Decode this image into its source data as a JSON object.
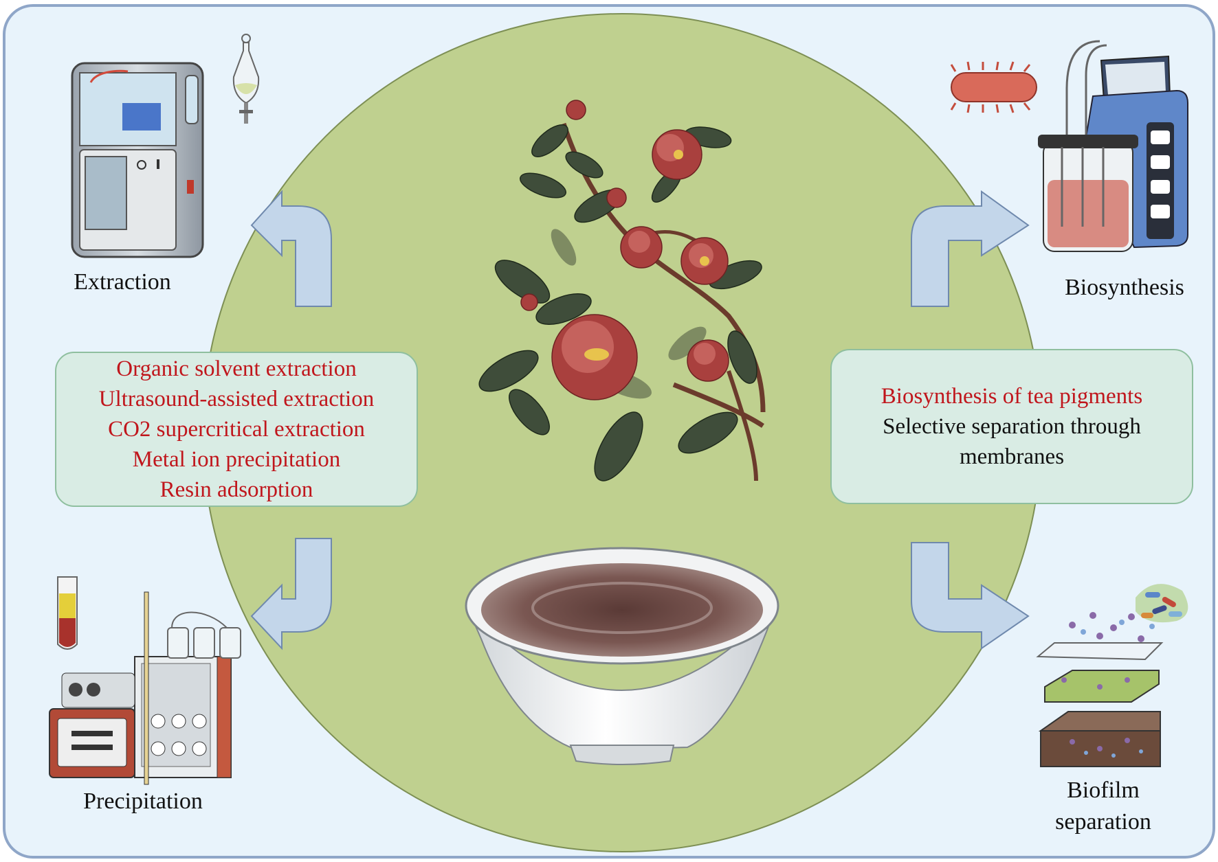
{
  "colors": {
    "panel_bg": "#e8f3fb",
    "circle": "#bfd08f",
    "arrow": "#c3d6ea",
    "box_bg": "#d9ece4",
    "highlight_text": "#c0161c"
  },
  "labels": {
    "extraction": "Extraction",
    "biosynthesis": "Biosynthesis",
    "precipitation": "Precipitation",
    "biofilm_line1": "Biofilm",
    "biofilm_line2": "separation"
  },
  "left_box": {
    "lines": [
      "Organic solvent extraction",
      "Ultrasound-assisted extraction",
      "CO2 supercritical extraction",
      "Metal ion precipitation",
      "Resin adsorption"
    ]
  },
  "right_box": {
    "highlight": "Biosynthesis of tea pigments",
    "line2": "Selective separation through",
    "line3": "membranes"
  },
  "icons": {
    "center_top": "camellia-branch-icon",
    "center_bottom": "tea-bowl-icon",
    "top_left": "extraction-machine-icon",
    "top_left_small": "separatory-funnel-icon",
    "top_right": "bioreactor-icon",
    "top_right_small": "bacterium-icon",
    "bottom_left": "chromatography-system-icon",
    "bottom_left_small": "test-tube-icon",
    "bottom_right": "membrane-layers-icon",
    "bottom_right_small": "molecule-cluster-icon"
  }
}
